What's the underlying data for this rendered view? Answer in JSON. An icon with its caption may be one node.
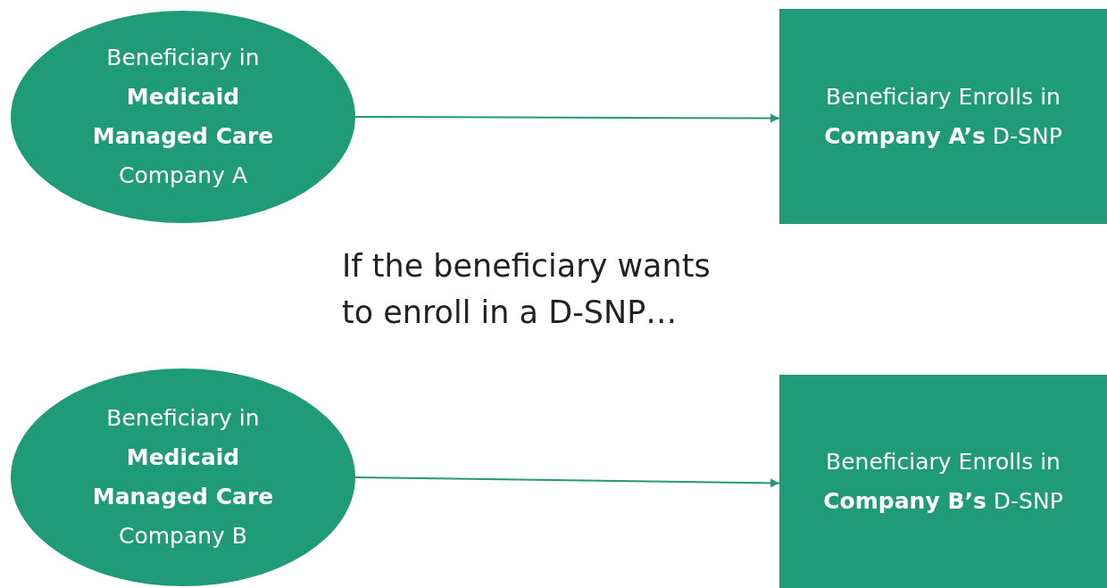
{
  "diagram": {
    "nodes": [
      {
        "text": [
          "Beneficiary in **Medicaid Managed Care** Company A"
        ]
      },
      {
        "text": [
          "Beneficiary Enrolls in **Company A’s** D-SNP"
        ]
      },
      {
        "text": [
          "Beneficiary in **Medicaid Managed Care** Company B"
        ]
      },
      {
        "text": [
          "Beneficiary Enrolls in **Company B’s** D-SNP"
        ]
      }
    ],
    "edges": [
      {
        "from": 0,
        "to": 1,
        "arrow": "to"
      },
      {
        "from": 2,
        "to": 3,
        "arrow": "to"
      }
    ],
    "labels": [
      "If the beneficiary wants to enroll in a D-SNP…"
    ]
  }
}
